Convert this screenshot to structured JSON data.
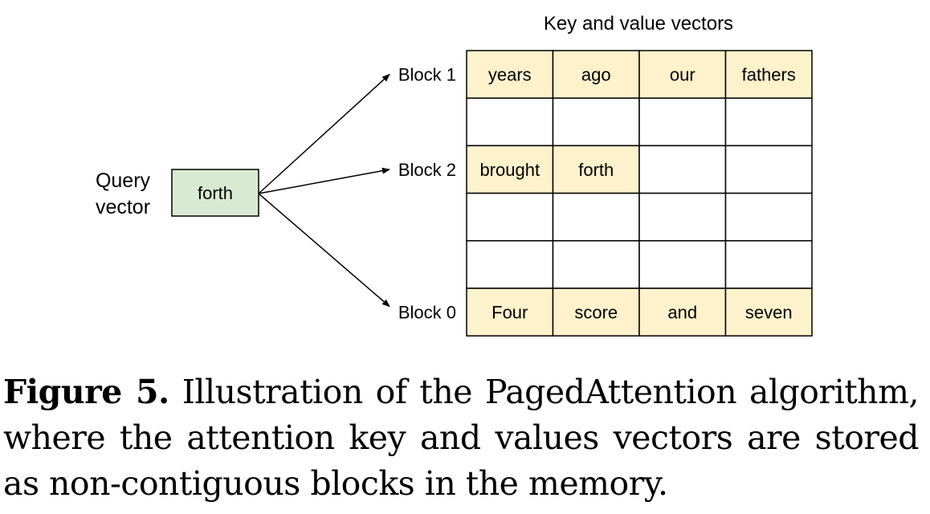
{
  "title": "Key and value vectors",
  "query": {
    "label_line1": "Query",
    "label_line2": "vector",
    "token": "forth"
  },
  "blocks": [
    {
      "label": "Block 1",
      "row": 0
    },
    {
      "label": "Block 2",
      "row": 2
    },
    {
      "label": "Block 0",
      "row": 5
    }
  ],
  "grid": {
    "rows": [
      [
        "years",
        "ago",
        "our",
        "fathers"
      ],
      [
        "",
        "",
        "",
        ""
      ],
      [
        "brought",
        "forth",
        "",
        ""
      ],
      [
        "",
        "",
        "",
        ""
      ],
      [
        "",
        "",
        "",
        ""
      ],
      [
        "Four",
        "score",
        "and",
        "seven"
      ]
    ]
  },
  "colors": {
    "filled_cell": "#fdf2cc",
    "query_box": "#d9ead3",
    "border": "#000000"
  },
  "caption": {
    "label": "Figure 5.",
    "text": " Illustration of the PagedAttention algorithm, where the attention key and values vectors are stored as non-contiguous blocks in the memory."
  }
}
